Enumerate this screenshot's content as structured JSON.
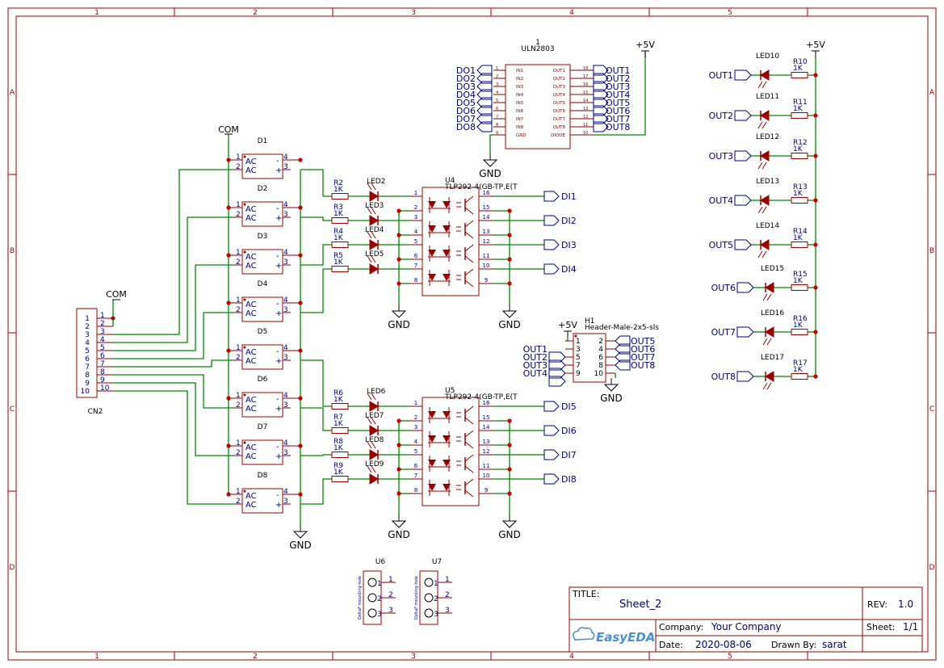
{
  "frame": {
    "columns": [
      "1",
      "2",
      "3",
      "4",
      "5"
    ],
    "rows": [
      "A",
      "B",
      "C",
      "D"
    ]
  },
  "colors": {
    "frame": "#990000",
    "wire": "#008800",
    "body": "#990000",
    "pin": "#880000",
    "net": "#000080",
    "junction": "#cc0000",
    "label": "#000000"
  },
  "power": {
    "com": "COM",
    "gnd": "GND",
    "vcc": "+5V"
  },
  "uln": {
    "name": "1",
    "part": "ULN2803",
    "in_pins": [
      "IN1",
      "IN2",
      "IN3",
      "IN4",
      "IN5",
      "IN6",
      "IN7",
      "IN8",
      "GND"
    ],
    "in_nums": [
      "1",
      "2",
      "3",
      "4",
      "5",
      "6",
      "7",
      "8",
      "9"
    ],
    "out_pins": [
      "OUT1",
      "OUT2",
      "OUT3",
      "OUT4",
      "OUT5",
      "OUT6",
      "OUT7",
      "OUT8",
      "DIODE"
    ],
    "out_nums": [
      "18",
      "17",
      "16",
      "15",
      "14",
      "13",
      "12",
      "11",
      "10"
    ],
    "in_nets": [
      "DO1",
      "DO2",
      "DO3",
      "DO4",
      "DO5",
      "DO6",
      "DO7",
      "DO8"
    ],
    "out_nets": [
      "OUT1",
      "OUT2",
      "OUT3",
      "OUT4",
      "OUT5",
      "OUT6",
      "OUT7",
      "OUT8"
    ]
  },
  "bridges": {
    "labels": [
      "D1",
      "D2",
      "D3",
      "D4",
      "D5",
      "D6",
      "D7",
      "D8"
    ],
    "ac": "AC",
    "minus": "-",
    "plus": "+",
    "pins": [
      "1",
      "2",
      "4",
      "3"
    ]
  },
  "cn2": {
    "name": "CN2",
    "pins": [
      "1",
      "2",
      "3",
      "4",
      "5",
      "6",
      "7",
      "8",
      "9",
      "10"
    ]
  },
  "resistors_in": {
    "names": [
      "R2",
      "R3",
      "R4",
      "R5",
      "R6",
      "R7",
      "R8",
      "R9"
    ],
    "value": "1K"
  },
  "leds_in": [
    "LED2",
    "LED3",
    "LED4",
    "LED5",
    "LED6",
    "LED7",
    "LED8",
    "LED9"
  ],
  "opto": [
    {
      "name": "U4",
      "part": "TLP292-4(GB-TP,E(T",
      "left_pins": [
        "1",
        "2",
        "3",
        "4",
        "5",
        "6",
        "7",
        "8"
      ],
      "right_pins": [
        "16",
        "15",
        "14",
        "13",
        "12",
        "11",
        "10",
        "9"
      ],
      "nets": [
        "DI1",
        "DI2",
        "DI3",
        "DI4"
      ]
    },
    {
      "name": "U5",
      "part": "TLP292-4(GB-TP,E(T",
      "left_pins": [
        "1",
        "2",
        "3",
        "4",
        "5",
        "6",
        "7",
        "8"
      ],
      "right_pins": [
        "16",
        "15",
        "14",
        "13",
        "12",
        "11",
        "10",
        "9"
      ],
      "nets": [
        "DI5",
        "DI6",
        "DI7",
        "DI8"
      ]
    }
  ],
  "header": {
    "name": "H1",
    "part": "Header-Male-2x5-sls",
    "left_pins": [
      "1",
      "3",
      "5",
      "7",
      "9"
    ],
    "right_pins": [
      "2",
      "4",
      "6",
      "8",
      "10"
    ],
    "left_nets": [
      "OUT1",
      "OUT2",
      "OUT3",
      "OUT4"
    ],
    "right_nets": [
      "OUT5",
      "OUT6",
      "OUT7",
      "OUT8"
    ]
  },
  "out_leds": {
    "leds": [
      "LED10",
      "LED11",
      "LED12",
      "LED13",
      "LED14",
      "LED15",
      "LED16",
      "LED17"
    ],
    "resistors": [
      "R10",
      "R11",
      "R12",
      "R13",
      "R14",
      "R15",
      "R16",
      "R17"
    ],
    "value": "1K",
    "nets": [
      "OUT1",
      "OUT2",
      "OUT3",
      "OUT4",
      "OUT5",
      "OUT6",
      "OUT7",
      "OUT8"
    ]
  },
  "mounts": [
    {
      "name": "U6",
      "side": "DeltaF mounting-hole",
      "pins": [
        "1",
        "2",
        "3"
      ]
    },
    {
      "name": "U7",
      "side": "DeltaF mounting-hole",
      "pins": [
        "1",
        "2",
        "3"
      ]
    }
  ],
  "title_block": {
    "title_label": "TITLE:",
    "title": "Sheet_2",
    "rev_label": "REV:",
    "rev": "1.0",
    "company_label": "Company:",
    "company": "Your Company",
    "sheet_label": "Sheet:",
    "sheet": "1/1",
    "date_label": "Date:",
    "date": "2020-08-06",
    "drawn_label": "Drawn By:",
    "drawn": "sarat",
    "logo": "EasyEDA"
  }
}
